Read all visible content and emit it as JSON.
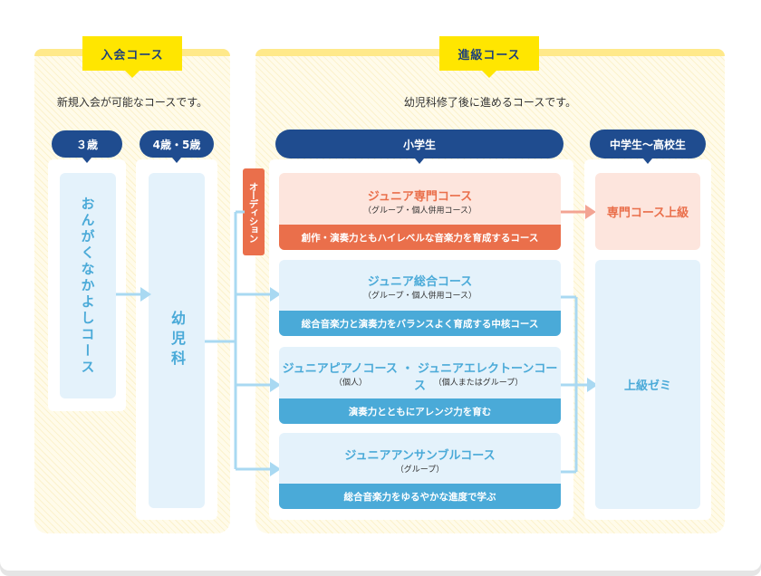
{
  "entry": {
    "tab": "入会コース",
    "description": "新規入会が可能なコースです。",
    "age3": {
      "label": "３歳",
      "course": "おんがくなかよしコース"
    },
    "age45": {
      "label": "4歳・5歳",
      "course": "幼児科"
    }
  },
  "advanced": {
    "tab": "進級コース",
    "description": "幼児科修了後に進めるコースです。",
    "audition": "オーディション",
    "elementary": {
      "label": "小学生",
      "courses": [
        {
          "title": "ジュニア専門コース",
          "sub": "（グループ・個人併用コース）",
          "bar": "創作・演奏力ともハイレベルな音楽力を育成するコース"
        },
        {
          "title": "ジュニア総合コース",
          "sub": "（グループ・個人併用コース）",
          "bar": "総合音楽力と演奏力をバランスよく育成する中核コース"
        },
        {
          "title": "ジュニアピアノコース ・ ジュニアエレクトーンコース",
          "sub_left": "（個人）",
          "sub_right": "（個人またはグループ）",
          "bar": "演奏力とともにアレンジ力を育む"
        },
        {
          "title": "ジュニアアンサンブルコース",
          "sub": "（グループ）",
          "bar": "総合音楽力をゆるやかな進度で学ぶ"
        }
      ]
    },
    "secondary": {
      "label": "中学生〜高校生",
      "upper_senmon": "専門コース上級",
      "upper_seminar": "上級ゼミ"
    }
  },
  "colors": {
    "navy": "#1f4c8f",
    "yellow": "#ffe600",
    "blue": "#4aaad8",
    "orange": "#ea6f4b",
    "arrow": "#a9d9f2"
  }
}
